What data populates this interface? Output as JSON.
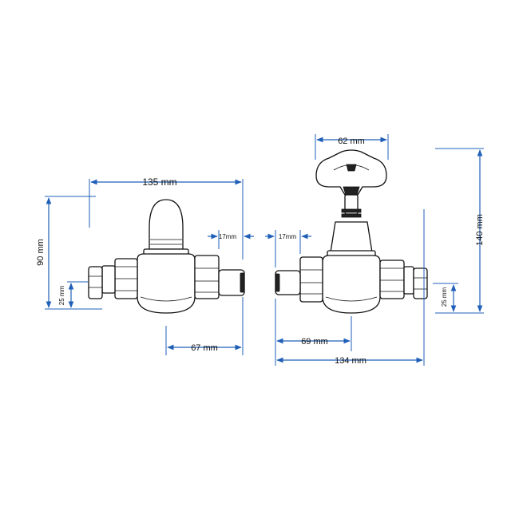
{
  "colors": {
    "dimension": "#1f5fb8",
    "outline": "#111111",
    "background": "#ffffff"
  },
  "left_view": {
    "overall_width": "135 mm",
    "height": "90 mm",
    "pipe_diameter": "25 mm",
    "tail_diameter": "17mm",
    "centre_to_tail": "67 mm"
  },
  "right_view": {
    "head_width": "62 mm",
    "overall_height": "140 mm",
    "pipe_diameter": "25 mm",
    "tail_diameter": "17mm",
    "centre_to_tail": "69 mm",
    "overall_width": "134 mm"
  }
}
